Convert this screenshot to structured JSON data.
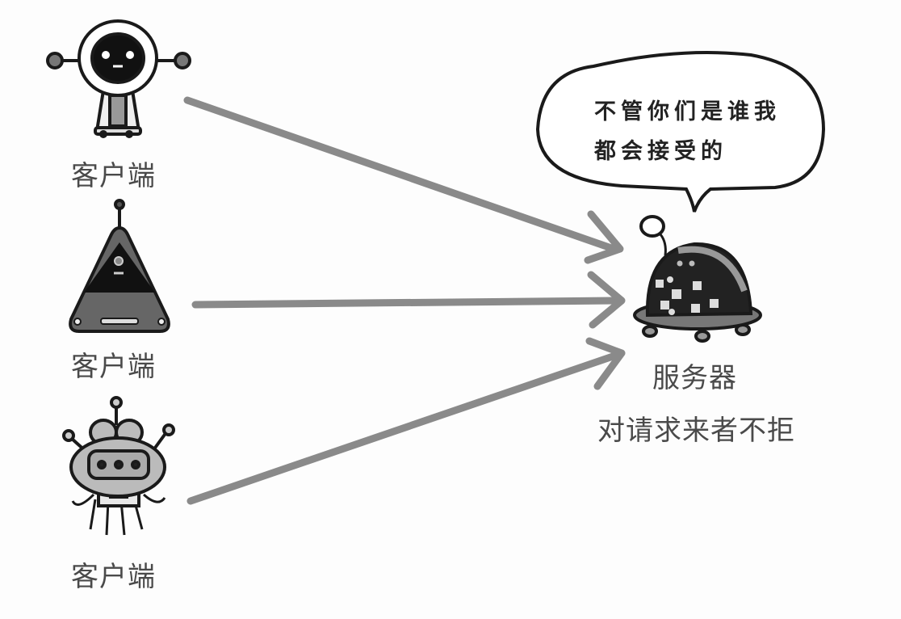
{
  "clients": [
    {
      "label": "客户端",
      "character": "round-head-robot"
    },
    {
      "label": "客户端",
      "character": "triangle-robot"
    },
    {
      "label": "客户端",
      "character": "alien-robot"
    }
  ],
  "server": {
    "label": "服务器",
    "caption": "对请求来者不拒",
    "speech_bubble": {
      "line1": "不管你们是谁我",
      "line2": "都会接受的"
    }
  },
  "colors": {
    "arrow": "#8a8a8a",
    "outline": "#1a1a1a",
    "text": "#4a4a4a",
    "background": "#fdfdfd"
  }
}
